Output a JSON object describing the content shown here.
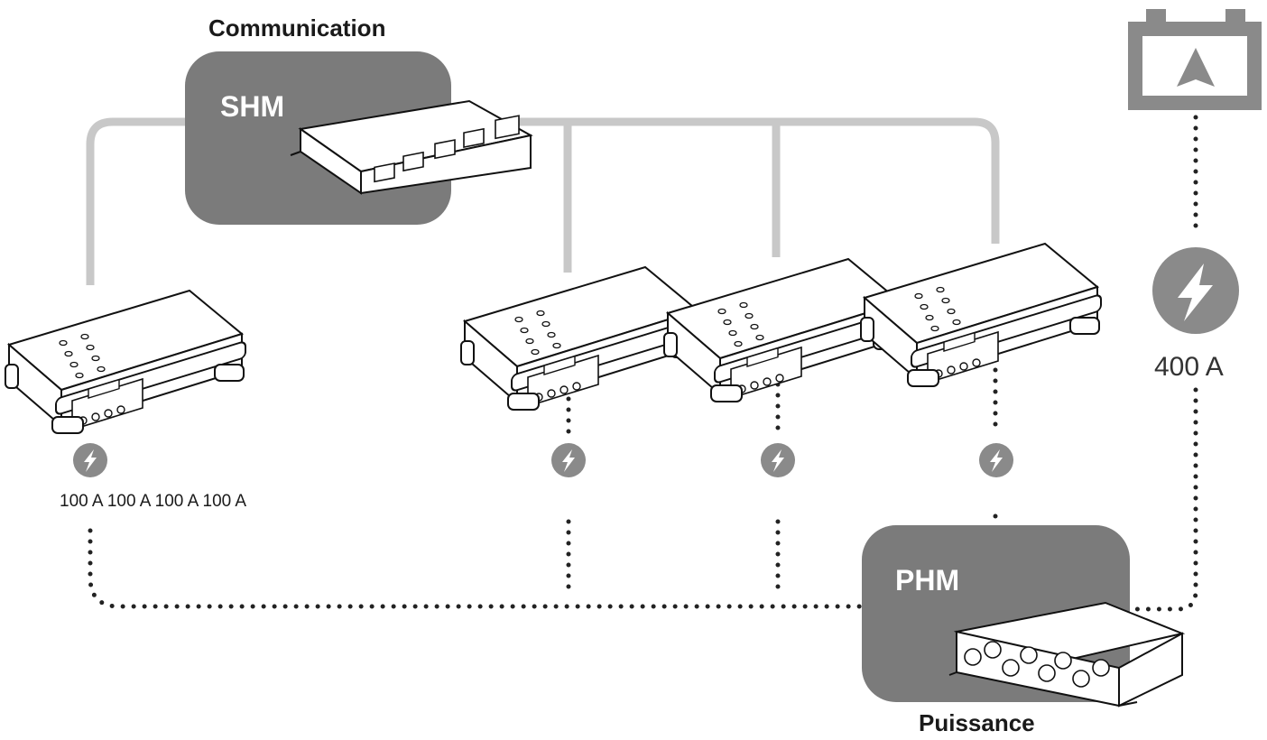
{
  "labels": {
    "communication": "Communication",
    "shm": "SHM",
    "phm": "PHM",
    "puissance": "Puissance",
    "charger_currents": "100 A 100 A 100 A 100 A",
    "total_current": "400 A"
  },
  "icons": {
    "battery": "battery-icon",
    "bolt": "lightning-bolt-icon"
  },
  "colors": {
    "box_fill": "#7b7b7b",
    "comm_line": "#c8c8c8",
    "power_line": "#222222",
    "icon_fill": "#8a8a8a"
  }
}
